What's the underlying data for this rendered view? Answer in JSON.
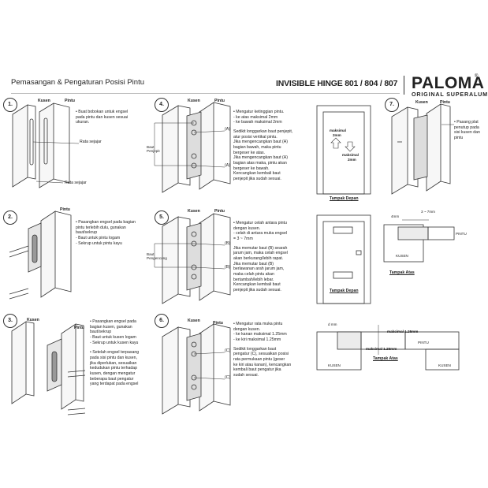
{
  "header": {
    "left_title": "Pemasangan & Pengaturan Posisi Pintu",
    "product_title": "INVISIBLE HINGE 801 / 804 / 807",
    "brand": "PALOMA",
    "brand_registered": "®",
    "brand_tagline": "ORIGINAL SUPERALUM"
  },
  "labels": {
    "kusen": "Kusen",
    "pintu": "Pintu",
    "rata_sejajar": "Rata sejajar",
    "tampak_depan": "Tampak Depan",
    "tampak_atas": "Tampak Atas",
    "a": "(A)",
    "b": "(B)",
    "c": "(C)",
    "baut_penjepit": "Baut Penjepit",
    "baut_pengencang": "Baut Pengencang"
  },
  "steps": [
    {
      "number": "1.",
      "notes": [
        "• Buat bobokan untuk engsel",
        "pada pintu dan kusen sesuai",
        "ukuran."
      ]
    },
    {
      "number": "2.",
      "notes": [
        "• Pasangkan engsel pada bagian",
        "pintu terlebih dulu, gunakan",
        "baut/sekrup",
        "- Baut untuk pintu logam",
        "- Sekrup untuk pintu kayu"
      ]
    },
    {
      "number": "3.",
      "notes": [
        "• Pasangkan engsel pada",
        "bagian kusen, gunakan",
        "baut/sekrup",
        "- Baut untuk kusen logam",
        "- Sekrup untuk kusen kayu",
        "",
        "• Setelah engsel terpasang",
        "pada sisi pintu dan kusen,",
        "jika diperlukan, sesuaikan",
        "kedudukan pintu terhadap",
        "kusen, dengan mengatur",
        "beberapa baut pengatur",
        "yang terdapat pada engsel"
      ]
    },
    {
      "number": "4.",
      "notes": [
        "• Mengatur ketinggian pintu.",
        "- ke atas maksimal 2mm",
        "- ke bawah maksimal 2mm",
        "",
        "Sedikit longgarkan baut penjepit,",
        "atur posisi vertikal pintu.",
        "Jika mengencangkan baut (A)",
        "bagian bawah, maka pintu",
        "bergeser ke atas.",
        "Jika mengencangkan baut (A)",
        "bagian atas maka, pintu akan",
        "bergeser ke bawah.",
        "Kencangkan kembali baut",
        "penjepit jika sudah sesuai."
      ]
    },
    {
      "number": "5.",
      "notes": [
        "• Mengatur celah antara pintu",
        "dengan kusen.",
        "- celah di antara muka engsel",
        "= 3 ~ 7mm",
        "",
        "Jika memutar baut (B) searah",
        "jarum jam, maka celah engsel",
        "akan berkurang/lebih rapat.",
        "Jika memutar baut (B)",
        "berlawanan arah jarum jam,",
        "maka celah pintu akan",
        "bertambah/lebih lebar.",
        "Kencangkan kembali baut",
        "penjepit jika sudah sesuai."
      ]
    },
    {
      "number": "6.",
      "notes": [
        "• Mengatur rata muka pintu",
        "dengan kusen.",
        "- ke kanan maksimal 1.25mm",
        "- ke kiri maksimal 1.25mm",
        "",
        "Sedikit longgarkan baut",
        "pengatur (C), sesuaikan posisi",
        "rata permukaan pintu (geser",
        "ke kiri atau kanan), kencangkan",
        "kembali baut pengatur jika",
        "sudah sesuai."
      ]
    },
    {
      "number": "7.",
      "notes": [
        "• Pasang plat",
        "penutup pada",
        "sisi kusen dan",
        "pintu"
      ]
    }
  ],
  "detail_4": {
    "top": "maksimal",
    "top_unit": "2mm",
    "bottom": "maksimal",
    "bottom_unit": "2mm"
  },
  "detail_5": {
    "gap_left": "4mm",
    "gap_right": "3 ~ 7mm",
    "pintu": "PINTU",
    "kusen": "KUSEN"
  },
  "detail_6": {
    "d": "d mm",
    "top": "maksimal 1.25mm",
    "bottom": "maksimal 1.25mm",
    "pintu": "PINTU",
    "kusen_left": "KUSEN",
    "kusen_right": "KUSEN"
  }
}
